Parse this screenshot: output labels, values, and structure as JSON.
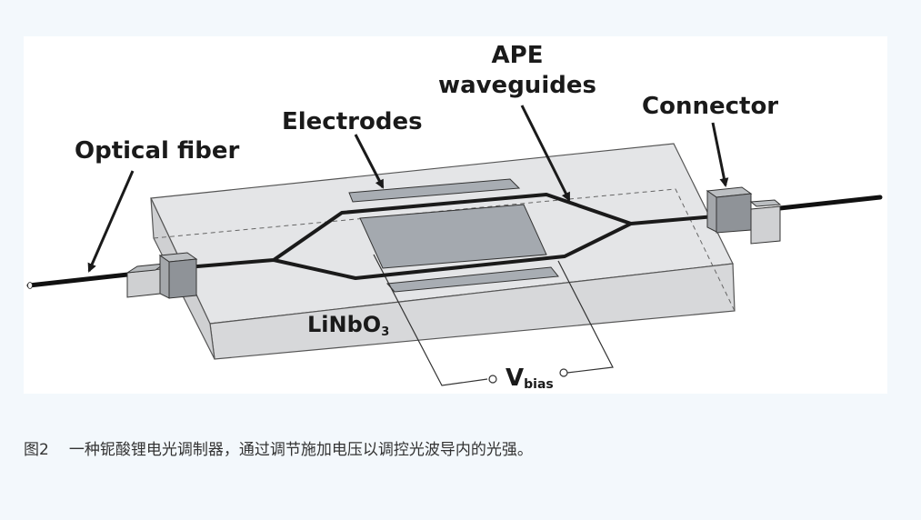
{
  "labels": {
    "optical_fiber": "Optical fiber",
    "electrodes": "Electrodes",
    "ape_line1": "APE",
    "ape_line2": "waveguides",
    "connector": "Connector",
    "substrate_base": "LiNbO",
    "substrate_sub": "3",
    "vbias_main": "V",
    "vbias_sub": "bias"
  },
  "caption": {
    "figure_number": "图2",
    "text": "一种铌酸锂电光调制器，通过调节施加电压以调控光波导内的光强。"
  },
  "colors": {
    "background": "#f3f8fc",
    "panel": "#ffffff",
    "substrate": "#e3e4e6",
    "electrode": "#a8adb3",
    "connector": "#8f9398",
    "line": "#1a1a1a"
  }
}
